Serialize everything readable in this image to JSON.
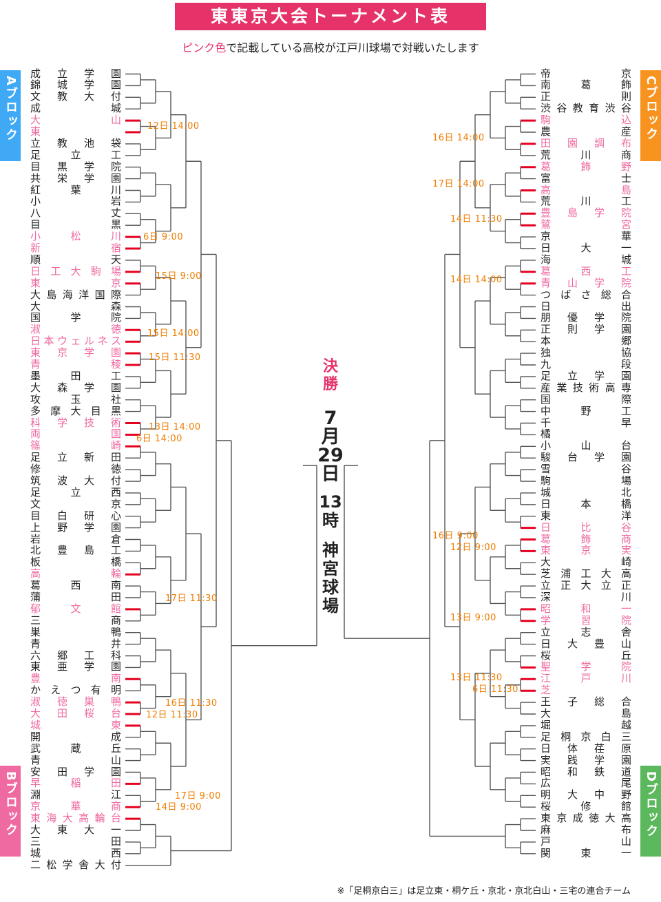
{
  "header": {
    "title": "東東京大会トーナメント表",
    "subtitle_pink": "ピンク色",
    "subtitle_rest": "で記載している高校が江戸川球場で対戦いたします"
  },
  "blocks": {
    "a": "Aブロック",
    "b": "Bブロック",
    "c": "Cブロック",
    "d": "Dブロック"
  },
  "final": {
    "label": [
      "決",
      "勝"
    ],
    "date": [
      "7",
      "月",
      "29",
      "日"
    ],
    "time": [
      "13",
      "時"
    ],
    "venue": [
      "神",
      "宮",
      "球",
      "場"
    ]
  },
  "left_teams": [
    {
      "name": "成立学園",
      "pink": false
    },
    {
      "name": "錦城学園",
      "pink": false
    },
    {
      "name": "文教大付",
      "pink": false
    },
    {
      "name": "成城",
      "pink": false
    },
    {
      "name": "大山",
      "pink": true
    },
    {
      "name": "東",
      "pink": true
    },
    {
      "name": "立教池袋",
      "pink": false
    },
    {
      "name": "足立工",
      "pink": false
    },
    {
      "name": "目黒学院",
      "pink": false
    },
    {
      "name": "共栄学園",
      "pink": false
    },
    {
      "name": "紅葉川",
      "pink": false
    },
    {
      "name": "小岩",
      "pink": false
    },
    {
      "name": "八丈",
      "pink": false
    },
    {
      "name": "目黒",
      "pink": false
    },
    {
      "name": "小松川",
      "pink": true
    },
    {
      "name": "新宿",
      "pink": true
    },
    {
      "name": "順天",
      "pink": false
    },
    {
      "name": "日工大駒場",
      "pink": true
    },
    {
      "name": "東京",
      "pink": true
    },
    {
      "name": "大島海洋国際",
      "pink": false
    },
    {
      "name": "大森",
      "pink": false
    },
    {
      "name": "国学院",
      "pink": false
    },
    {
      "name": "淑徳",
      "pink": true
    },
    {
      "name": "日本ウェルネス",
      "pink": true
    },
    {
      "name": "東京学園",
      "pink": true
    },
    {
      "name": "青稜",
      "pink": true
    },
    {
      "name": "墨田工",
      "pink": false
    },
    {
      "name": "大森学園",
      "pink": false
    },
    {
      "name": "攻玉社",
      "pink": false
    },
    {
      "name": "多摩大目黒",
      "pink": false
    },
    {
      "name": "科学技術",
      "pink": true
    },
    {
      "name": "両国",
      "pink": true
    },
    {
      "name": "篠崎",
      "pink": true
    },
    {
      "name": "足立新田",
      "pink": false
    },
    {
      "name": "修徳",
      "pink": false
    },
    {
      "name": "筑波大付",
      "pink": false
    },
    {
      "name": "足立西",
      "pink": false
    },
    {
      "name": "文京",
      "pink": false
    },
    {
      "name": "目白研心",
      "pink": false
    },
    {
      "name": "上野学園",
      "pink": false
    },
    {
      "name": "岩倉",
      "pink": false
    },
    {
      "name": "北豊島工",
      "pink": false
    },
    {
      "name": "板橋",
      "pink": false
    },
    {
      "name": "高輪",
      "pink": true
    },
    {
      "name": "葛西南",
      "pink": false
    },
    {
      "name": "蒲田",
      "pink": false
    },
    {
      "name": "郁文館",
      "pink": true
    },
    {
      "name": "三商",
      "pink": false
    },
    {
      "name": "巣鴨",
      "pink": false
    },
    {
      "name": "青井",
      "pink": false
    },
    {
      "name": "六郷工科",
      "pink": false
    },
    {
      "name": "東亜学園",
      "pink": false
    },
    {
      "name": "豊南",
      "pink": true
    },
    {
      "name": "かえつ有明",
      "pink": false
    },
    {
      "name": "淑徳巣鴨",
      "pink": true
    },
    {
      "name": "大田桜台",
      "pink": true
    },
    {
      "name": "城東",
      "pink": true
    },
    {
      "name": "開成",
      "pink": false
    },
    {
      "name": "武蔵丘",
      "pink": false
    },
    {
      "name": "青山",
      "pink": false
    },
    {
      "name": "安田学園",
      "pink": false
    },
    {
      "name": "早稲田",
      "pink": true
    },
    {
      "name": "淵江",
      "pink": false
    },
    {
      "name": "京華商",
      "pink": true
    },
    {
      "name": "東海大高輪台",
      "pink": true
    },
    {
      "name": "大東大一",
      "pink": false
    },
    {
      "name": "三田",
      "pink": false
    },
    {
      "name": "城西",
      "pink": false
    },
    {
      "name": "二松学舎大付",
      "pink": false
    }
  ],
  "right_teams": [
    {
      "name": "帝京",
      "pink": false
    },
    {
      "name": "南葛飾",
      "pink": false
    },
    {
      "name": "正則",
      "pink": false
    },
    {
      "name": "渋谷教育渋谷",
      "pink": false
    },
    {
      "name": "駒込",
      "pink": true
    },
    {
      "name": "農産",
      "pink": false
    },
    {
      "name": "田園調布",
      "pink": true
    },
    {
      "name": "荒川商",
      "pink": false
    },
    {
      "name": "葛飾野",
      "pink": true
    },
    {
      "name": "富士",
      "pink": false
    },
    {
      "name": "高島",
      "pink": true
    },
    {
      "name": "荒川工",
      "pink": false
    },
    {
      "name": "豊島学院",
      "pink": true
    },
    {
      "name": "鷲宮",
      "pink": true
    },
    {
      "name": "京華",
      "pink": false
    },
    {
      "name": "日大一",
      "pink": false
    },
    {
      "name": "海城",
      "pink": false
    },
    {
      "name": "葛西工",
      "pink": true
    },
    {
      "name": "青山学院",
      "pink": true
    },
    {
      "name": "つばさ総合",
      "pink": false
    },
    {
      "name": "日出",
      "pink": false
    },
    {
      "name": "朋優学院",
      "pink": false
    },
    {
      "name": "正則学園",
      "pink": false
    },
    {
      "name": "本郷",
      "pink": false
    },
    {
      "name": "独協",
      "pink": false
    },
    {
      "name": "九段",
      "pink": false
    },
    {
      "name": "足立学園",
      "pink": false
    },
    {
      "name": "産業技術高専",
      "pink": false
    },
    {
      "name": "国際",
      "pink": false
    },
    {
      "name": "中野工",
      "pink": false
    },
    {
      "name": "千早",
      "pink": false
    },
    {
      "name": "橘",
      "pink": false
    },
    {
      "name": "小山台",
      "pink": false
    },
    {
      "name": "駿台学園",
      "pink": false
    },
    {
      "name": "雪谷",
      "pink": false
    },
    {
      "name": "駒場",
      "pink": false
    },
    {
      "name": "城北",
      "pink": false
    },
    {
      "name": "日本橋",
      "pink": false
    },
    {
      "name": "東洋",
      "pink": false
    },
    {
      "name": "日比谷",
      "pink": true
    },
    {
      "name": "葛飾商",
      "pink": true
    },
    {
      "name": "東京実",
      "pink": true
    },
    {
      "name": "大崎",
      "pink": false
    },
    {
      "name": "芝浦工大高",
      "pink": false
    },
    {
      "name": "立正大立正",
      "pink": false
    },
    {
      "name": "深川",
      "pink": false
    },
    {
      "name": "昭和一",
      "pink": true
    },
    {
      "name": "学習院",
      "pink": true
    },
    {
      "name": "立志舎",
      "pink": false
    },
    {
      "name": "日大豊山",
      "pink": false
    },
    {
      "name": "桜丘",
      "pink": false
    },
    {
      "name": "聖学院",
      "pink": true
    },
    {
      "name": "江戸川",
      "pink": true
    },
    {
      "name": "芝",
      "pink": true
    },
    {
      "name": "王子総合",
      "pink": false
    },
    {
      "name": "大島",
      "pink": false
    },
    {
      "name": "堀越",
      "pink": false
    },
    {
      "name": "足桐京白三",
      "pink": false
    },
    {
      "name": "日体荏原",
      "pink": false
    },
    {
      "name": "実践学園",
      "pink": false
    },
    {
      "name": "昭和鉄道",
      "pink": false
    },
    {
      "name": "広尾",
      "pink": false
    },
    {
      "name": "明大中野",
      "pink": false
    },
    {
      "name": "桜修館",
      "pink": false
    },
    {
      "name": "東京成徳大高",
      "pink": false
    },
    {
      "name": "麻布",
      "pink": false
    },
    {
      "name": "戸山",
      "pink": false
    },
    {
      "name": "関東一",
      "pink": false
    }
  ],
  "dates_left": [
    "12日 14:00",
    "6日 9:00",
    "15日 9:00",
    "15日 14:00",
    "15日 11:30",
    "13日 14:00",
    "6日 14:00",
    "17日 11:30",
    "16日 11:30",
    "12日 11:30",
    "17日 9:00",
    "14日 9:00"
  ],
  "dates_right": [
    "16日 14:00",
    "17日 14:00",
    "14日 11:30",
    "14日 14:00",
    "16日 9:00",
    "12日 9:00",
    "13日 9:00",
    "13日 11:30",
    "6日 11:30"
  ],
  "note": "※「足桐京白三」は足立東・桐ケ丘・京北・京北白山・三宅の連合チーム",
  "colors": {
    "accent": "#e5336a",
    "pink_text": "#ee6aa0",
    "date_text": "#f07d00",
    "bracket_line": "#555555",
    "highlight_line": "#e5001f"
  }
}
